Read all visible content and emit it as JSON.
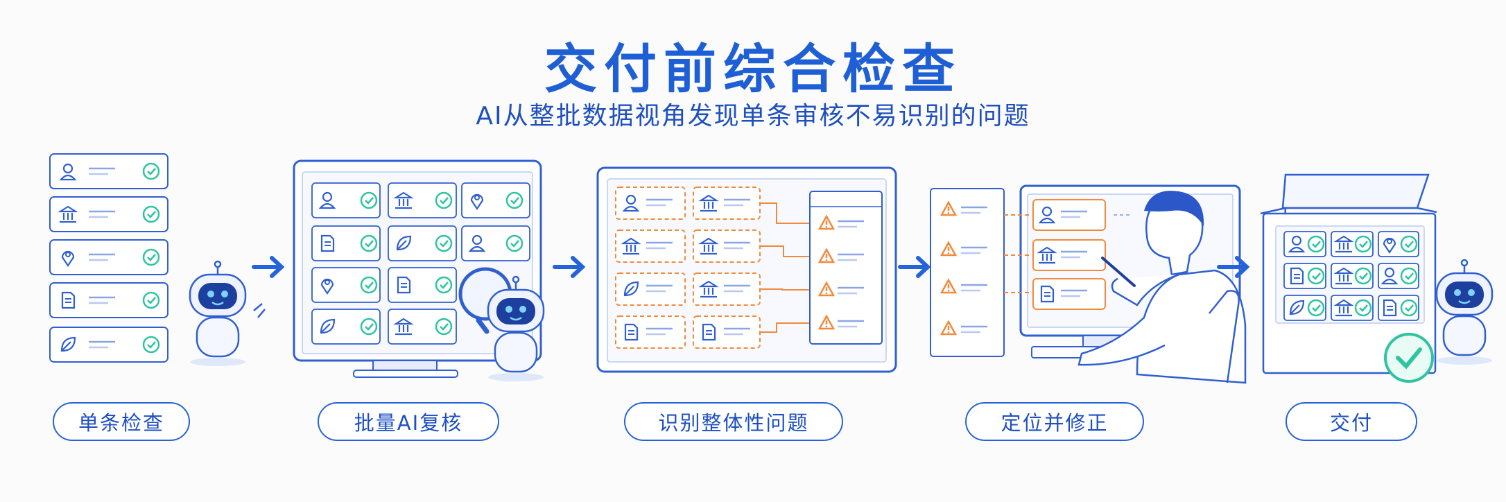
{
  "title": "交付前综合检查",
  "subtitle": "AI从整批数据视角发现单条审核不易识别的问题",
  "steps": [
    {
      "label": "单条检查"
    },
    {
      "label": "批量AI复核"
    },
    {
      "label": "识别整体性问题"
    },
    {
      "label": "定位并修正"
    },
    {
      "label": "交付"
    }
  ],
  "colors": {
    "primary": "#2563d9",
    "warning": "#f08a3c",
    "success": "#2ec4a0"
  }
}
